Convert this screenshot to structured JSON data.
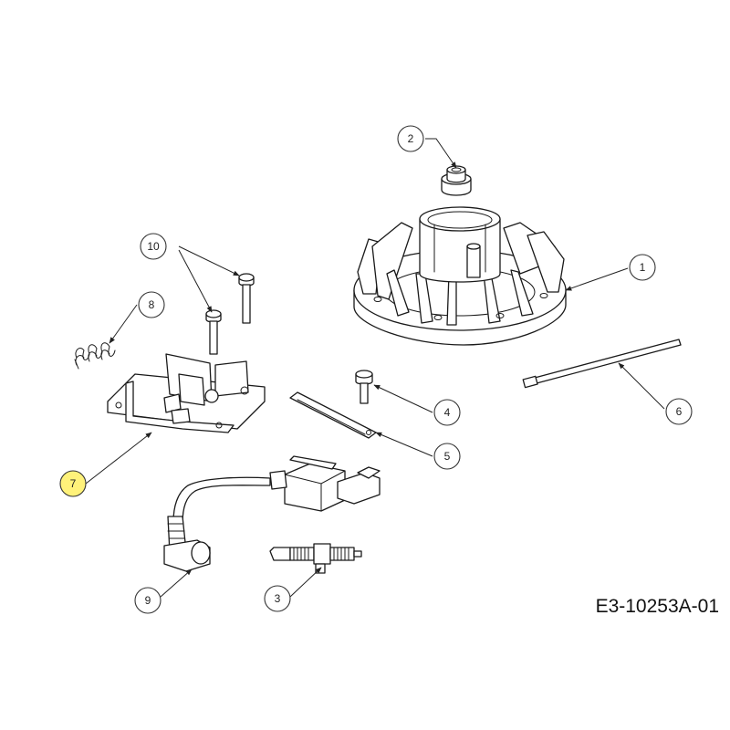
{
  "callouts": [
    {
      "label": "1",
      "highlight": false
    },
    {
      "label": "2",
      "highlight": false
    },
    {
      "label": "3",
      "highlight": false
    },
    {
      "label": "4",
      "highlight": false
    },
    {
      "label": "5",
      "highlight": false
    },
    {
      "label": "6",
      "highlight": false
    },
    {
      "label": "7",
      "highlight": true
    },
    {
      "label": "8",
      "highlight": false
    },
    {
      "label": "9",
      "highlight": false
    },
    {
      "label": "10",
      "highlight": false
    }
  ],
  "drawing_number": "E3-10253A-01",
  "colors": {
    "highlight": "#fff27a",
    "line": "#1a1a1a",
    "background": "#ffffff"
  }
}
